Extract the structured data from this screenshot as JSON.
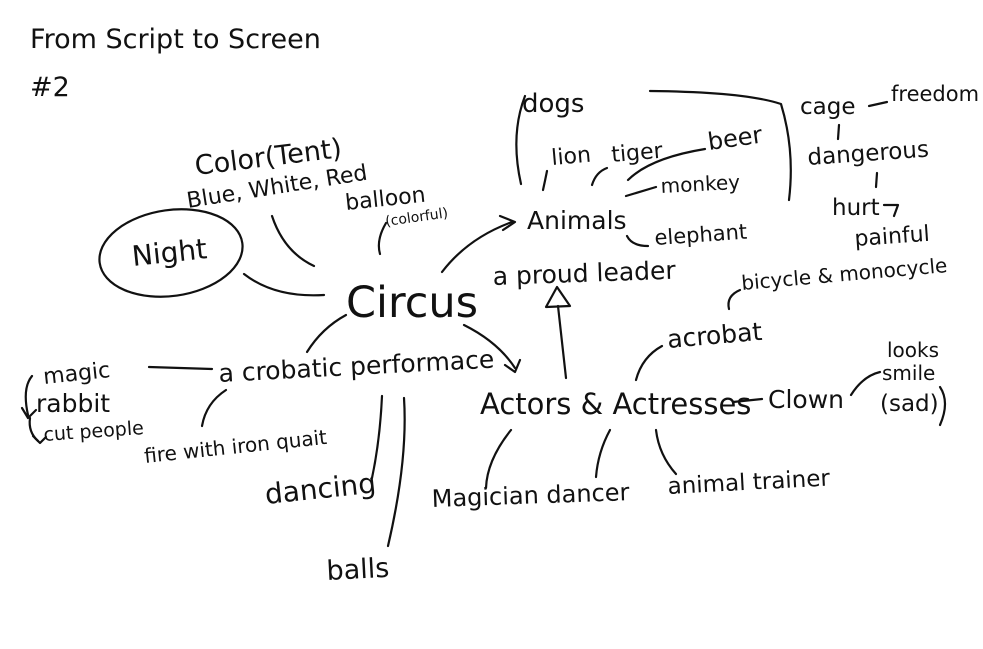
{
  "header": {
    "title": "From Script to Screen",
    "number": "#2"
  },
  "nodes": {
    "color_tent": "Color(Tent)",
    "tent_colors": "Blue, White, Red",
    "night": "Night",
    "balloon": "balloon",
    "balloon_note": "(colorful)",
    "circus": "Circus",
    "animals": "Animals",
    "dogs": "dogs",
    "lion": "lion",
    "tiger": "tiger",
    "beer": "beer",
    "monkey": "monkey",
    "elephant": "elephant",
    "proud_leader": "a proud leader",
    "cage": "cage",
    "freedom": "freedom",
    "dangerous": "dangerous",
    "hurt": "hurt",
    "painful": "painful",
    "acrobatic_performance": "a crobatic performace",
    "magic": "magic",
    "rabbit": "rabbit",
    "cut_people": "cut people",
    "fire": "fire with iron quait",
    "dancing": "dancing",
    "balls": "balls",
    "actors": "Actors & Actresses",
    "acrobat": "acrobat",
    "bicycle": "bicycle & monocycle",
    "clown": "Clown",
    "looks": "looks",
    "smile": "smile",
    "sad": "(sad)",
    "magician_dancer": "Magician dancer",
    "animal_trainer": "animal trainer"
  }
}
